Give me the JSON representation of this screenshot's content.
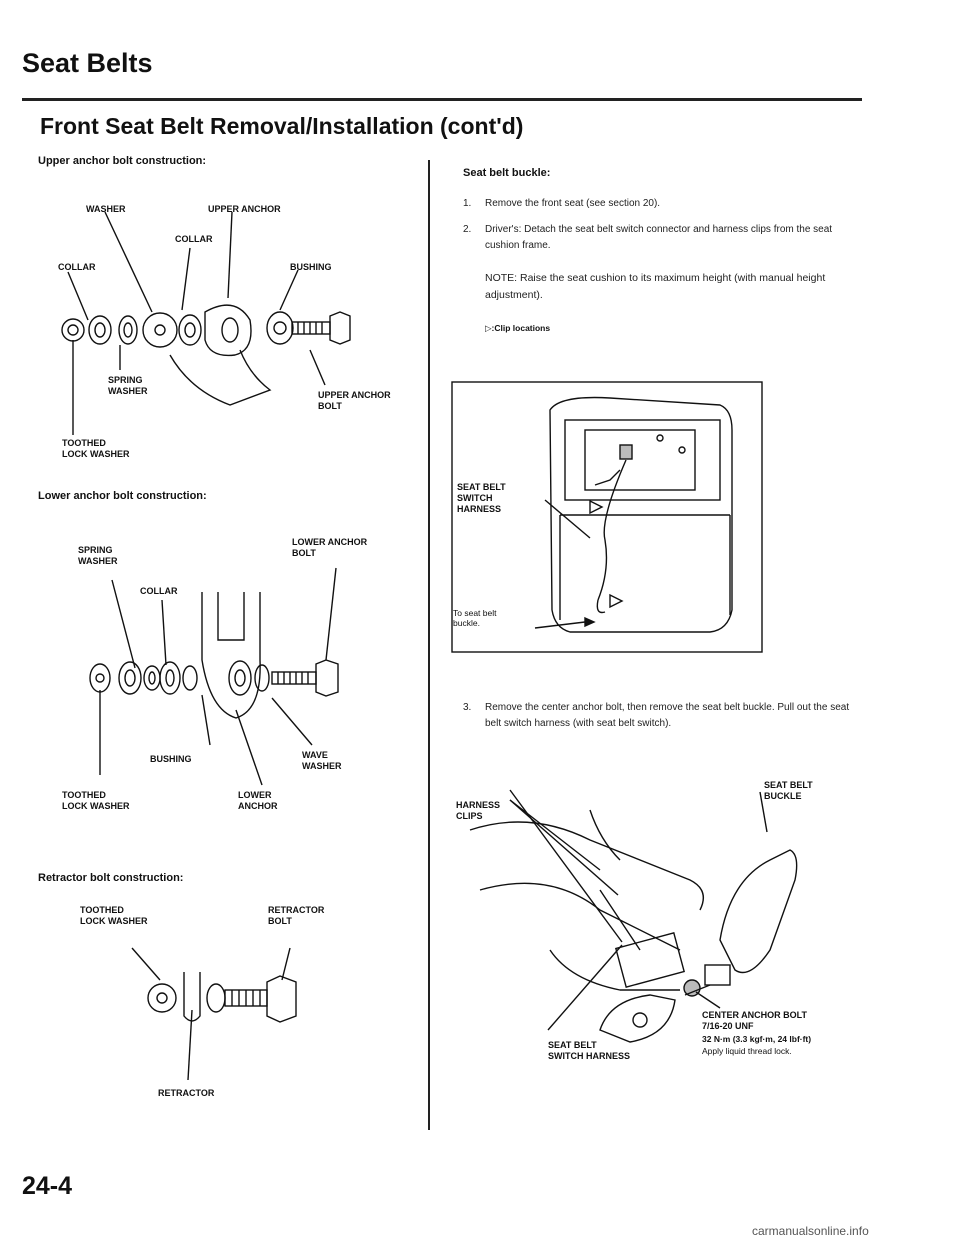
{
  "header": {
    "section_title": "Seat Belts",
    "sub_title": "Front Seat Belt Removal/Installation (cont'd)"
  },
  "left": {
    "upper": {
      "caption": "Upper anchor bolt construction:",
      "labels": {
        "washer": "WASHER",
        "upper_anchor": "UPPER ANCHOR",
        "collar_top": "COLLAR",
        "collar_left": "COLLAR",
        "bushing": "BUSHING",
        "spring_washer": "SPRING\nWASHER",
        "upper_anchor_bolt": "UPPER ANCHOR\nBOLT",
        "toothed_lock_washer": "TOOTHED\nLOCK WASHER"
      }
    },
    "lower": {
      "caption": "Lower anchor bolt construction:",
      "labels": {
        "spring_washer": "SPRING\nWASHER",
        "lower_anchor_bolt": "LOWER ANCHOR\nBOLT",
        "collar": "COLLAR",
        "bushing": "BUSHING",
        "wave_washer": "WAVE\nWASHER",
        "toothed_lock_washer": "TOOTHED\nLOCK WASHER",
        "lower_anchor": "LOWER\nANCHOR"
      }
    },
    "retractor": {
      "caption": "Retractor bolt construction:",
      "labels": {
        "toothed_lock_washer": "TOOTHED\nLOCK WASHER",
        "retractor_bolt": "RETRACTOR\nBOLT",
        "retractor": "RETRACTOR"
      }
    }
  },
  "right": {
    "caption": "Seat belt buckle:",
    "steps": [
      {
        "num": "1.",
        "text": "Remove the front seat (see section 20)."
      },
      {
        "num": "2.",
        "text": "Driver's: Detach the seat belt switch connector and harness clips from the seat cushion frame."
      }
    ],
    "note": "NOTE: Raise the seat cushion to its maximum height (with manual height adjustment).",
    "clip_legend": "▷:Clip locations",
    "fig1": {
      "seat_belt_switch_harness": "SEAT BELT\nSWITCH\nHARNESS",
      "to_buckle": "To seat belt\nbuckle."
    },
    "step3": {
      "num": "3.",
      "text": "Remove the center anchor bolt, then remove the seat belt buckle. Pull out the seat belt switch harness (with seat belt switch)."
    },
    "fig2": {
      "harness_clips": "HARNESS\nCLIPS",
      "seat_belt_buckle": "SEAT BELT\nBUCKLE",
      "center_anchor_bolt": "CENTER ANCHOR BOLT\n7/16-20 UNF",
      "torque": "32 N·m (3.3 kgf·m, 24 lbf·ft)",
      "thread_lock": "Apply liquid thread lock.",
      "switch_harness": "SEAT BELT\nSWITCH HARNESS"
    }
  },
  "footer": {
    "page_number": "24-4",
    "watermark": "carmanualsonline.info"
  }
}
